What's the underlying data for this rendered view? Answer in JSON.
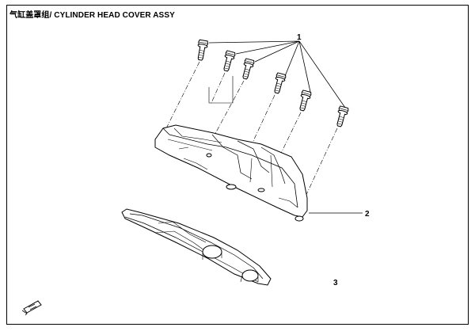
{
  "diagram": {
    "title": "气缸盖罩组/ CYLINDER HEAD COVER ASSY",
    "callouts": [
      {
        "id": "1",
        "label": "1"
      },
      {
        "id": "2",
        "label": "2"
      },
      {
        "id": "3",
        "label": "3"
      }
    ]
  }
}
